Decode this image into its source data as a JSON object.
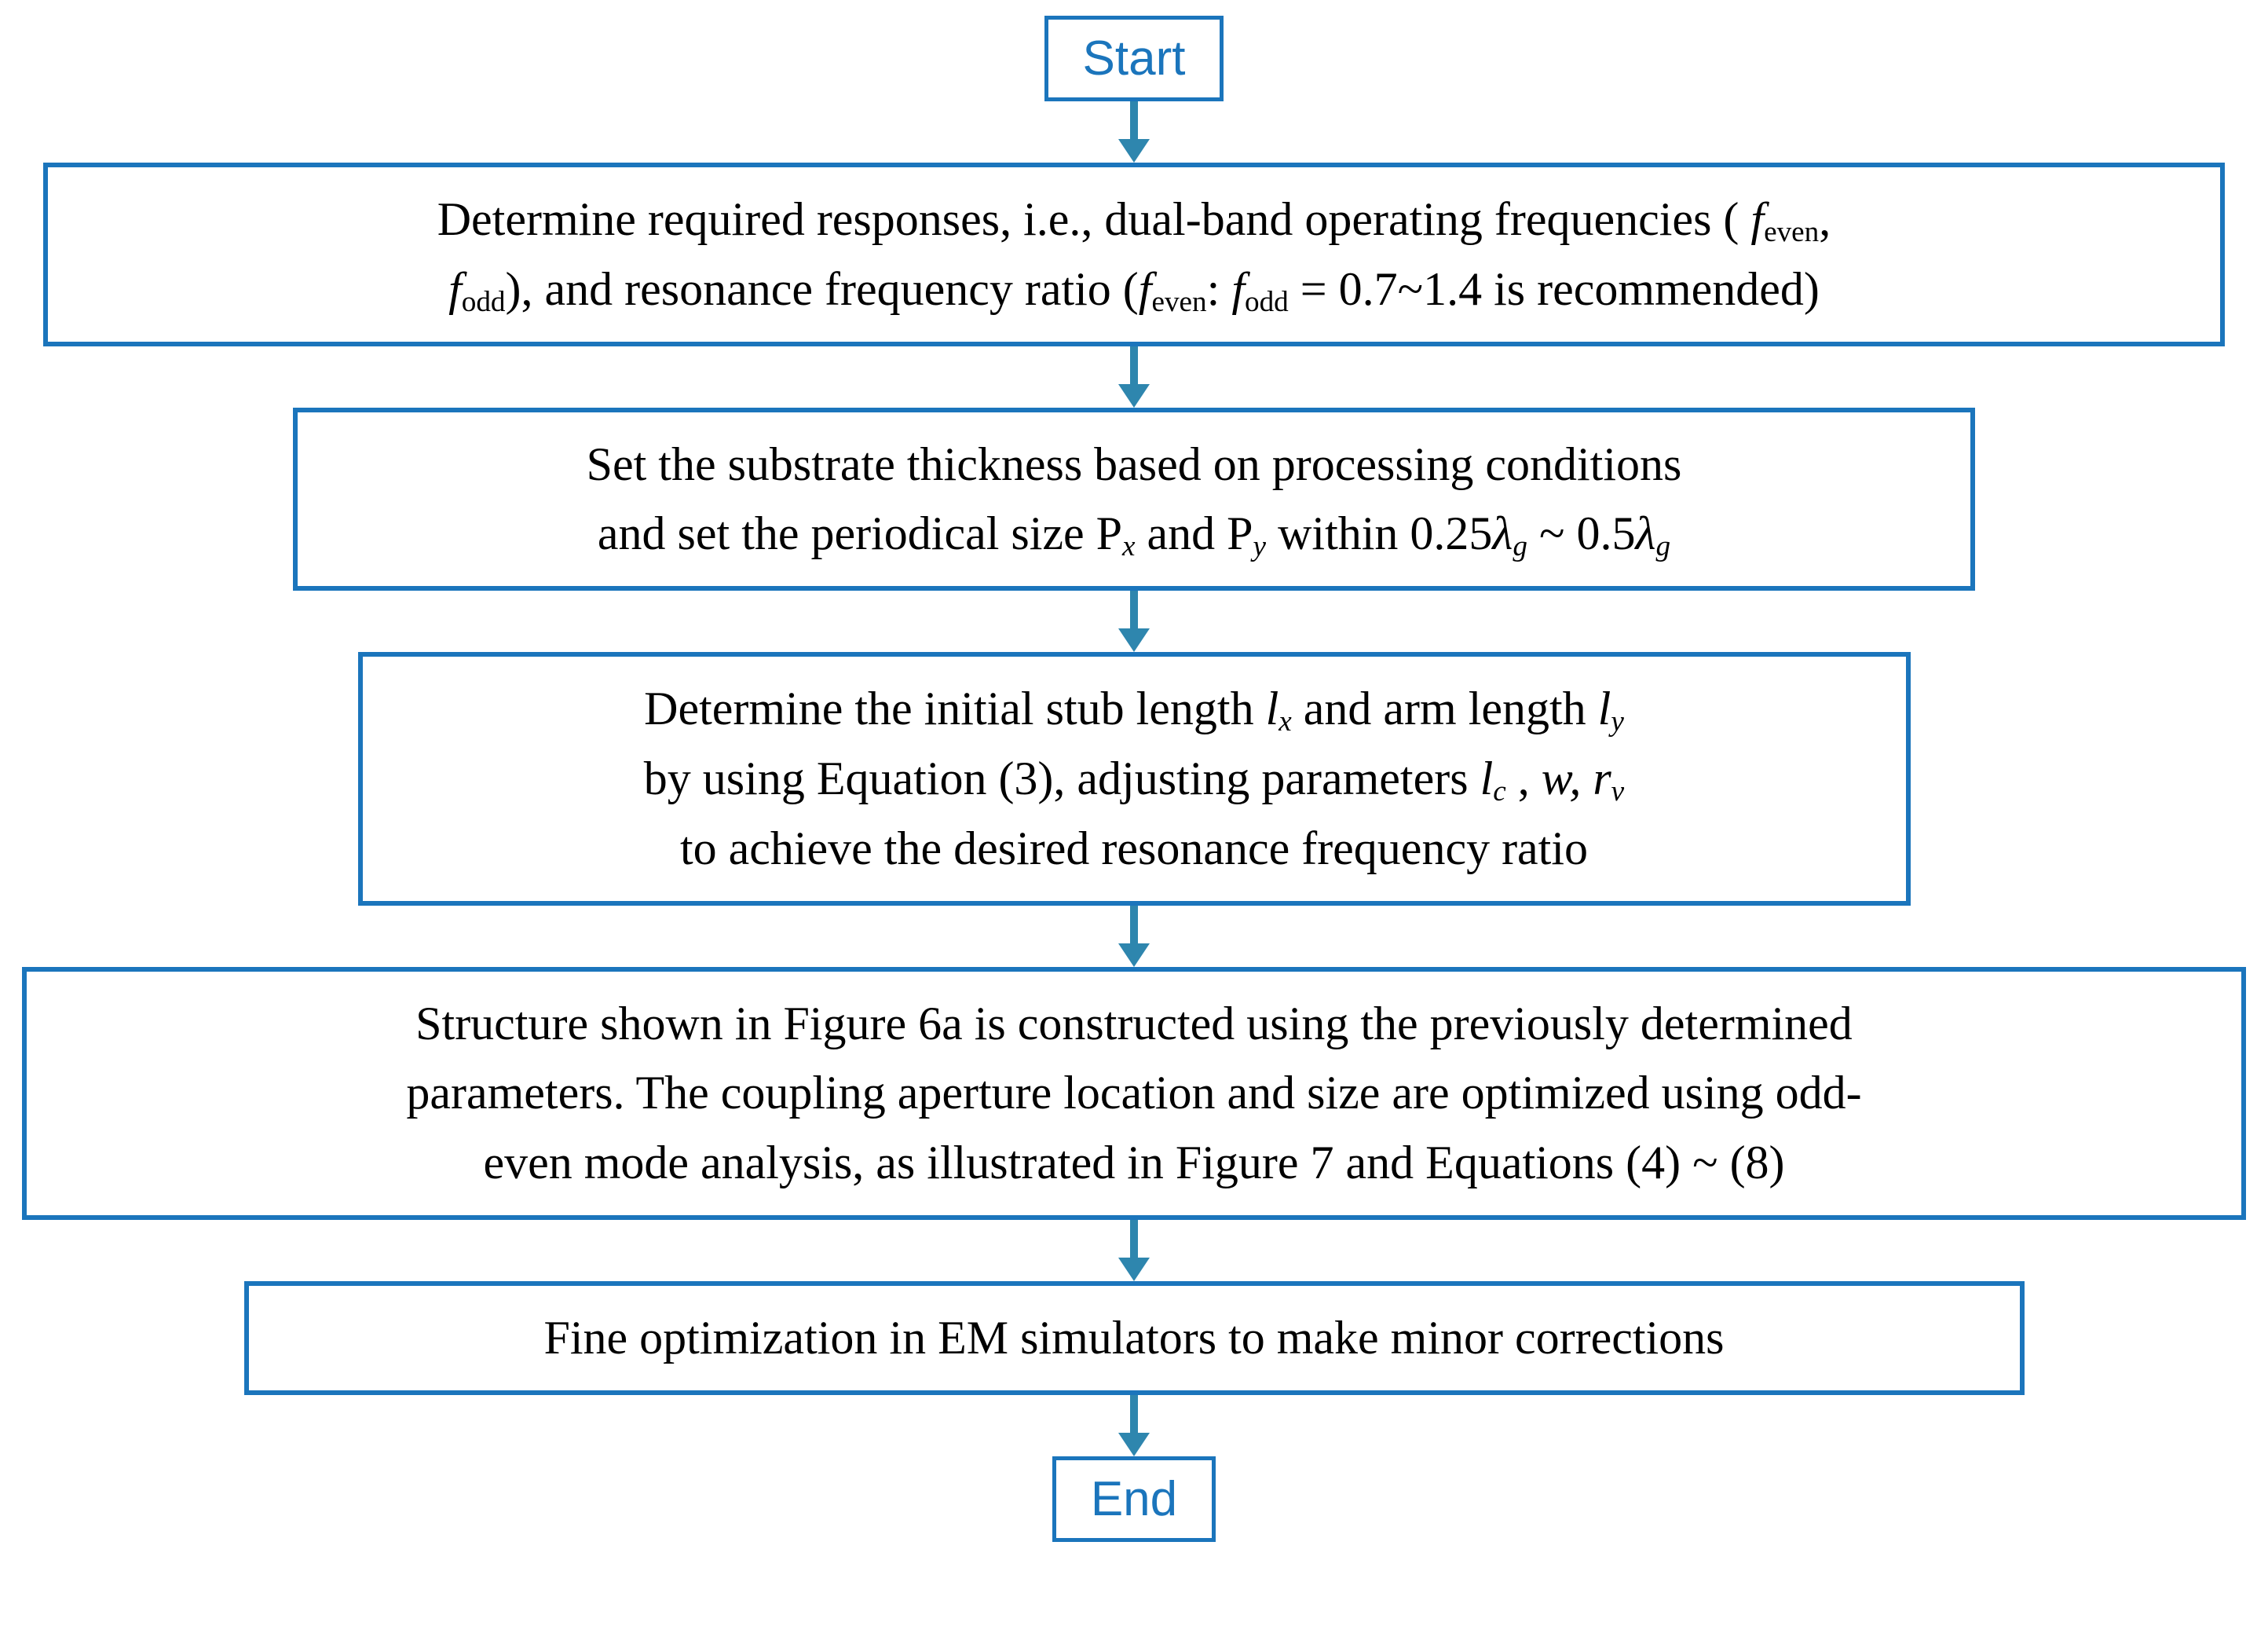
{
  "colors": {
    "accent": "#1b75bc",
    "arrow": "#2e86ae",
    "text": "#000000",
    "terminal-text": "#1b75bc"
  },
  "flow": {
    "start_label": "Start",
    "end_label": "End",
    "steps": [
      {
        "name": "determine-required-responses",
        "html": "Determine required responses, i.e., dual-band operating frequencies ( <i>f</i><sub>even</sub>,<br><i>f</i><sub>odd</sub>), and resonance frequency ratio (<i>f</i><sub>even</sub>: <i>f</i><sub>odd</sub> = 0.7~1.4 is recommended)"
      },
      {
        "name": "set-substrate-thickness",
        "html": "Set the substrate thickness based on processing conditions<br>and set the periodical size P<i><sub>x</sub></i> and P<i><sub>y</sub></i> within 0.25<i>&#955;<sub>g</sub></i> ~ 0.5<i>&#955;<sub>g</sub></i>"
      },
      {
        "name": "determine-initial-stub-length",
        "html": "Determine the initial stub length <i>l<sub>x</sub></i> and arm length <i>l<sub>y</sub></i><br>by using Equation (3), adjusting parameters <i>l<sub>c</sub></i> , <i>w, r<sub>v</sub></i><br>to achieve the desired resonance frequency ratio"
      },
      {
        "name": "construct-structure-optimize-aperture",
        "html": "Structure shown in Figure 6a is constructed using the previously determined<br>parameters. The coupling aperture location and size are optimized using odd-<br>even mode analysis, as illustrated in Figure 7 and Equations (4) ~ (8)"
      },
      {
        "name": "fine-optimization",
        "html": "Fine optimization in EM simulators to make minor corrections"
      }
    ]
  }
}
